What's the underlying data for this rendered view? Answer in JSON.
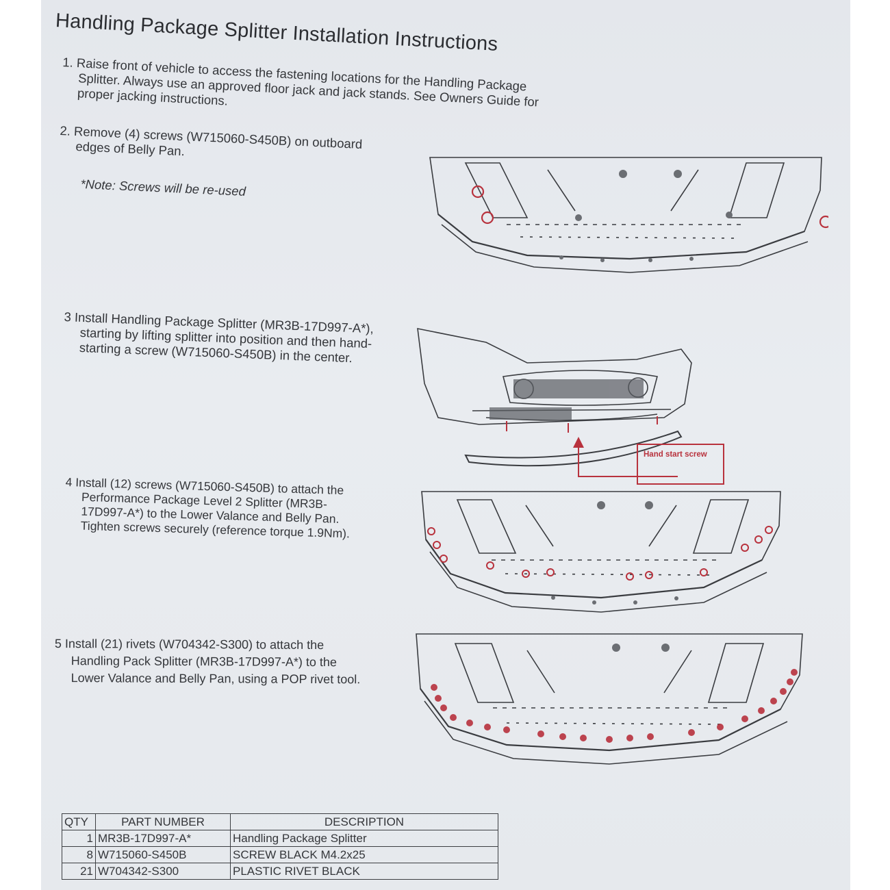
{
  "document": {
    "title": "Handling Package Splitter Installation Instructions",
    "steps": {
      "step1": {
        "lines": [
          "1. Raise front of vehicle to access the fastening locations for the Handling Package",
          "Splitter.  Always use an approved floor jack and jack stands.  See Owners Guide for",
          "proper jacking instructions."
        ]
      },
      "step2": {
        "lines": [
          "2. Remove (4) screws (W715060-S450B) on outboard",
          "edges of Belly Pan."
        ],
        "note": "*Note:  Screws will be re-used"
      },
      "step3": {
        "lines": [
          "3 Install Handling Package Splitter (MR3B-17D997-A*),",
          "starting by lifting splitter into position and then hand-",
          "starting a screw (W715060-S450B) in the center."
        ]
      },
      "step4": {
        "lines": [
          "4 Install (12) screws (W715060-S450B) to attach the",
          "Performance Package Level 2 Splitter (MR3B-",
          "17D997-A*) to the Lower Valance and Belly Pan.",
          "Tighten screws securely (reference torque 1.9Nm)."
        ]
      },
      "step5": {
        "lines": [
          "5 Install (21) rivets (W704342-S300) to attach the",
          "Handling Pack Splitter (MR3B-17D997-A*) to the",
          "Lower Valance and Belly Pan, using a POP rivet tool."
        ]
      }
    },
    "callout": "Hand start screw",
    "parts_table": {
      "headers": [
        "QTY",
        "PART NUMBER",
        "DESCRIPTION"
      ],
      "rows": [
        [
          "1",
          "MR3B-17D997-A*",
          "Handling Package Splitter"
        ],
        [
          "8",
          "W715060-S450B",
          "SCREW BLACK M4.2x25"
        ],
        [
          "21",
          "W704342-S300",
          "PLASTIC RIVET BLACK"
        ]
      ]
    }
  },
  "colors": {
    "paper": "#e6e9ed",
    "ink": "#34363a",
    "marker_red": "#b8323d"
  }
}
